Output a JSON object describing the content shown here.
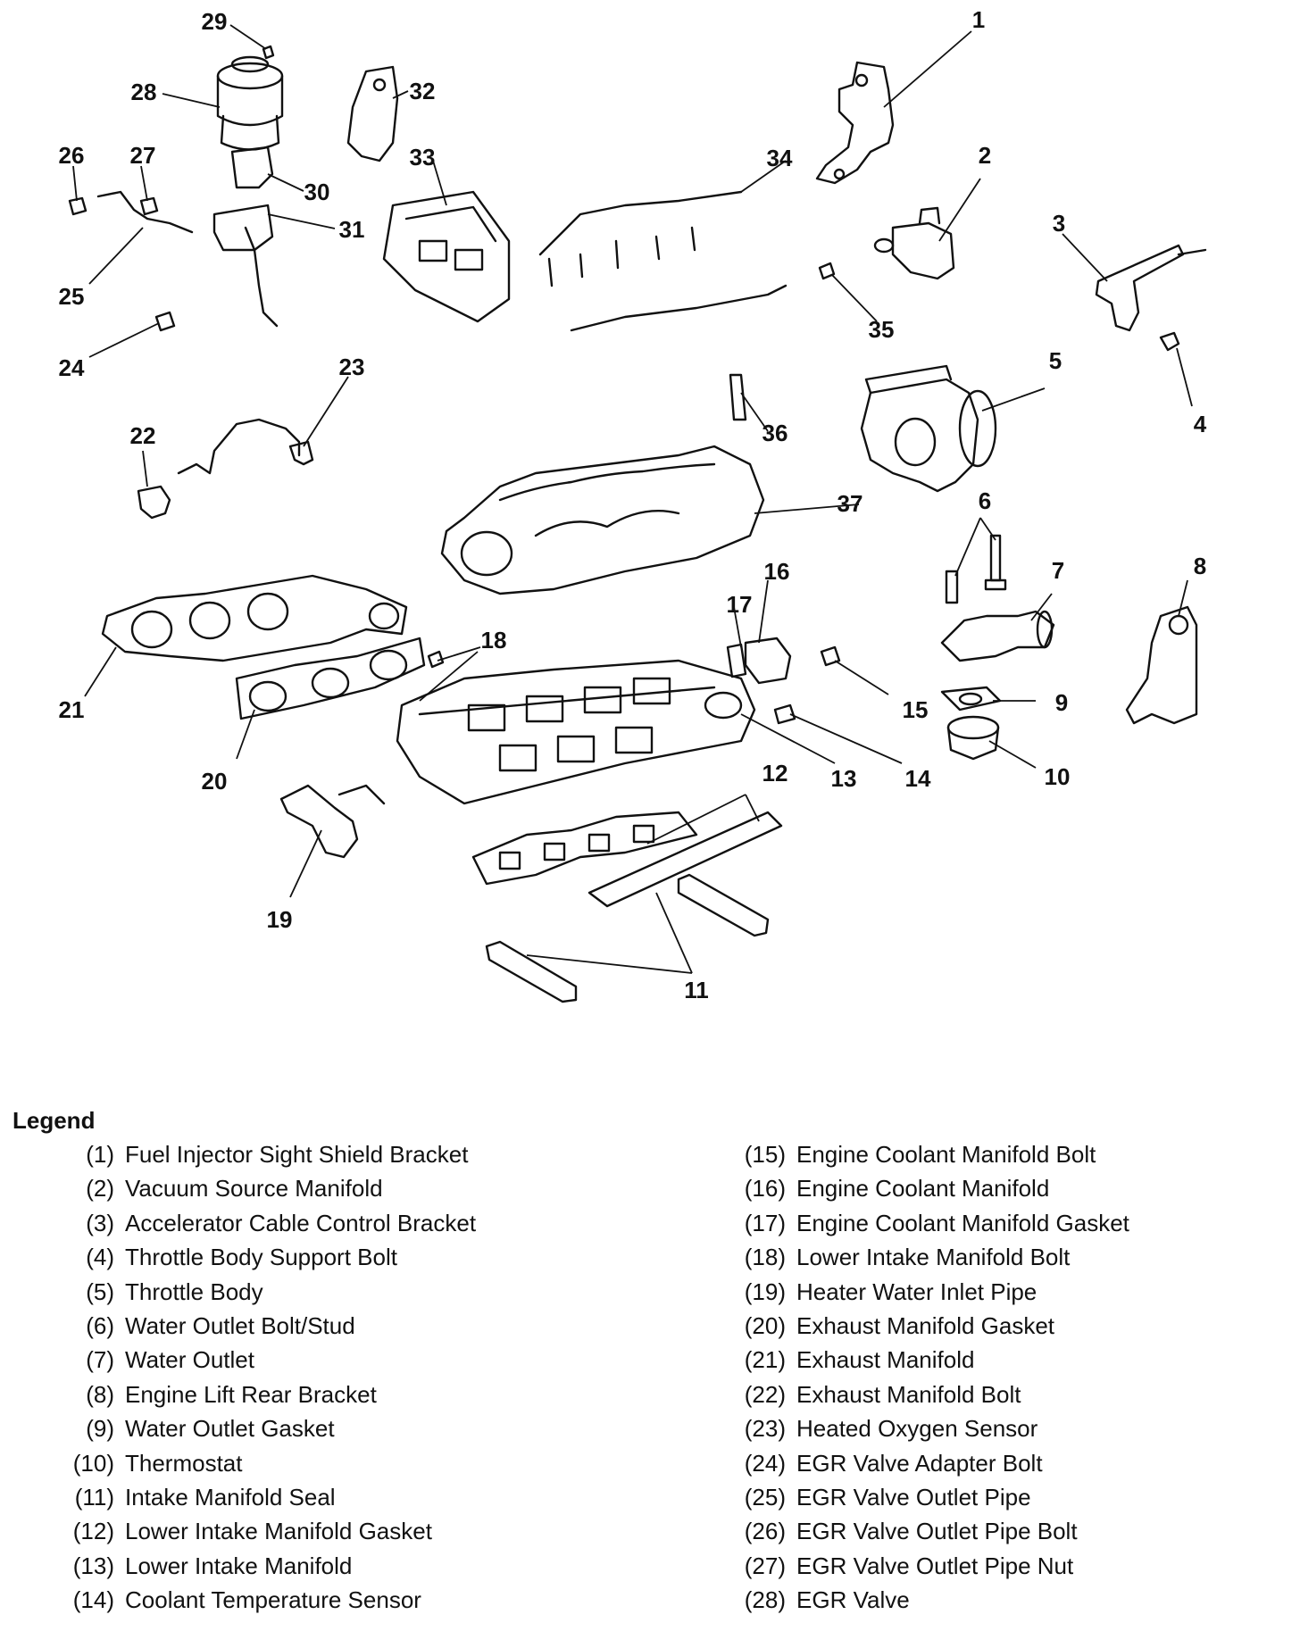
{
  "legend": {
    "title": "Legend",
    "left": [
      {
        "num": "(1)",
        "label": "Fuel Injector Sight Shield Bracket"
      },
      {
        "num": "(2)",
        "label": "Vacuum Source Manifold"
      },
      {
        "num": "(3)",
        "label": "Accelerator Cable Control Bracket"
      },
      {
        "num": "(4)",
        "label": "Throttle Body Support Bolt"
      },
      {
        "num": "(5)",
        "label": "Throttle Body"
      },
      {
        "num": "(6)",
        "label": "Water Outlet Bolt/Stud"
      },
      {
        "num": "(7)",
        "label": "Water Outlet"
      },
      {
        "num": "(8)",
        "label": "Engine Lift Rear Bracket"
      },
      {
        "num": "(9)",
        "label": "Water Outlet Gasket"
      },
      {
        "num": "(10)",
        "label": "Thermostat"
      },
      {
        "num": "(11)",
        "label": "Intake Manifold Seal"
      },
      {
        "num": "(12)",
        "label": "Lower Intake Manifold Gasket"
      },
      {
        "num": "(13)",
        "label": "Lower Intake Manifold"
      },
      {
        "num": "(14)",
        "label": "Coolant Temperature Sensor"
      }
    ],
    "right": [
      {
        "num": "(15)",
        "label": "Engine Coolant Manifold Bolt"
      },
      {
        "num": "(16)",
        "label": "Engine Coolant Manifold"
      },
      {
        "num": "(17)",
        "label": "Engine Coolant Manifold Gasket"
      },
      {
        "num": "(18)",
        "label": "Lower Intake Manifold Bolt"
      },
      {
        "num": "(19)",
        "label": "Heater Water Inlet Pipe"
      },
      {
        "num": "(20)",
        "label": "Exhaust Manifold Gasket"
      },
      {
        "num": "(21)",
        "label": "Exhaust Manifold"
      },
      {
        "num": "(22)",
        "label": "Exhaust Manifold Bolt"
      },
      {
        "num": "(23)",
        "label": "Heated Oxygen Sensor"
      },
      {
        "num": "(24)",
        "label": "EGR Valve Adapter Bolt"
      },
      {
        "num": "(25)",
        "label": "EGR Valve Outlet Pipe"
      },
      {
        "num": "(26)",
        "label": "EGR Valve Outlet Pipe Bolt"
      },
      {
        "num": "(27)",
        "label": "EGR Valve Outlet Pipe Nut"
      },
      {
        "num": "(28)",
        "label": "EGR Valve"
      }
    ]
  },
  "callouts": {
    "n1": "1",
    "n2": "2",
    "n3": "3",
    "n4": "4",
    "n5": "5",
    "n6": "6",
    "n7": "7",
    "n8": "8",
    "n9": "9",
    "n10": "10",
    "n11": "11",
    "n12": "12",
    "n13": "13",
    "n14": "14",
    "n15": "15",
    "n16": "16",
    "n17": "17",
    "n18": "18",
    "n19": "19",
    "n20": "20",
    "n21": "21",
    "n22": "22",
    "n23": "23",
    "n24": "24",
    "n25": "25",
    "n26": "26",
    "n27": "27",
    "n28": "28",
    "n29": "29",
    "n30": "30",
    "n31": "31",
    "n32": "32",
    "n33": "33",
    "n34": "34",
    "n35": "35",
    "n36": "36",
    "n37": "37"
  }
}
